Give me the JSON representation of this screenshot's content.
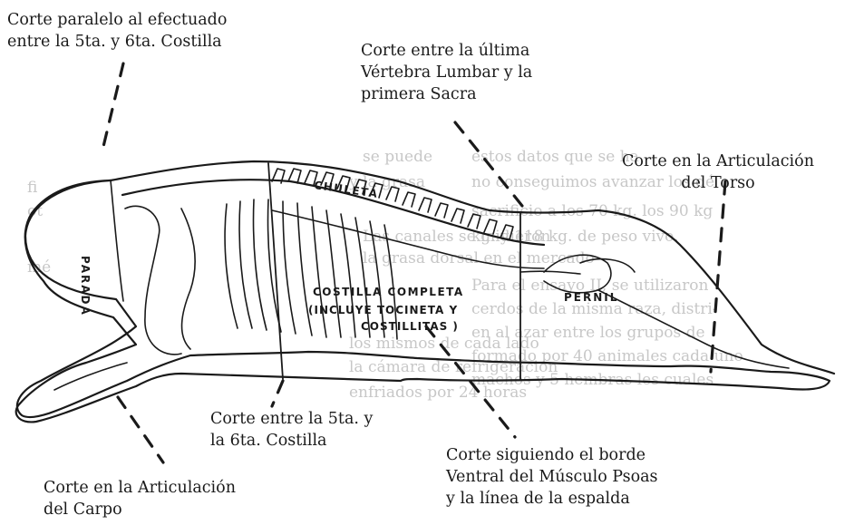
{
  "colors": {
    "ink": "#1a1a1a",
    "ghost_text": "#9a9a9a"
  },
  "labels": {
    "cut_parallel": "Corte paralelo al efectuado\nentre la 5ta. y 6ta. Costilla",
    "cut_lumbar": "Corte entre la última\nVértebra Lumbar y la\nprimera Sacra",
    "cut_torso": "Corte en la Articulación\ndel Torso",
    "cut_5_6": "Corte entre la 5ta. y\nla 6ta. Costilla",
    "cut_psoas": "Corte siguiendo el borde\nVentral del Músculo Psoas\ny la línea de la espalda",
    "cut_carpo": "Corte en la Articulación\ndel Carpo"
  },
  "regions": {
    "parada": "PARADA",
    "chuleta": "CHULETA",
    "costilla": "COSTILLA COMPLETA",
    "incluye": "(INCLUYE TOCINETA Y",
    "costillitas": "COSTILLITAS )",
    "pernil": "PERNIL"
  }
}
